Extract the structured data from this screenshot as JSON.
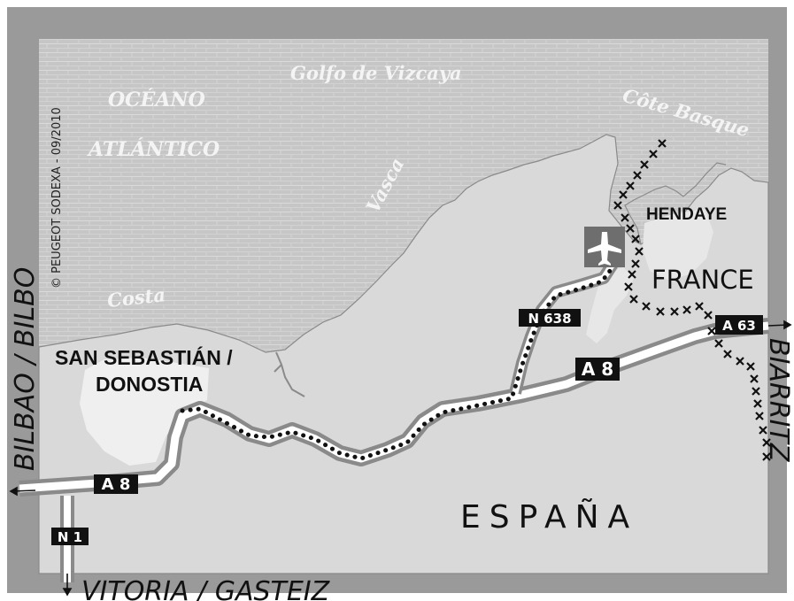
{
  "sea_labels": {
    "golfo": "Golfo de Vizcaya",
    "oceano": "OCÉANO",
    "atlantico": "ATLÁNTICO",
    "vasca": "Vasca",
    "costa": "Costa",
    "cote_basque": "Côte Basque"
  },
  "cities": {
    "san_sebastian_line1": "SAN SEBASTIÁN /",
    "san_sebastian_line2": "DONOSTIA",
    "hendaye": "HENDAYE"
  },
  "countries": {
    "france": "FRANCE",
    "espana": "ESPAÑA"
  },
  "roads": {
    "a8_west": "A 8",
    "a8_east": "A 8",
    "n638": "N 638",
    "n1": "N 1",
    "a63": "A 63"
  },
  "destinations": {
    "bilbao": "BILBAO / BILBO",
    "vitoria": "VITORIA / GASTEIZ",
    "biarritz": "BIARRITZ"
  },
  "copyright": "© PEUGEOT SODEXA - 09/2010",
  "airport_icon": "airplane-icon",
  "colors": {
    "frame": "#9a9a9a",
    "sea": "#c6c6c6",
    "land": "#d9d9d9",
    "urban": "#efefef",
    "road_casing": "#8a8a8a",
    "road_fill": "#ffffff",
    "route": "#111111",
    "shield": "#111111"
  }
}
